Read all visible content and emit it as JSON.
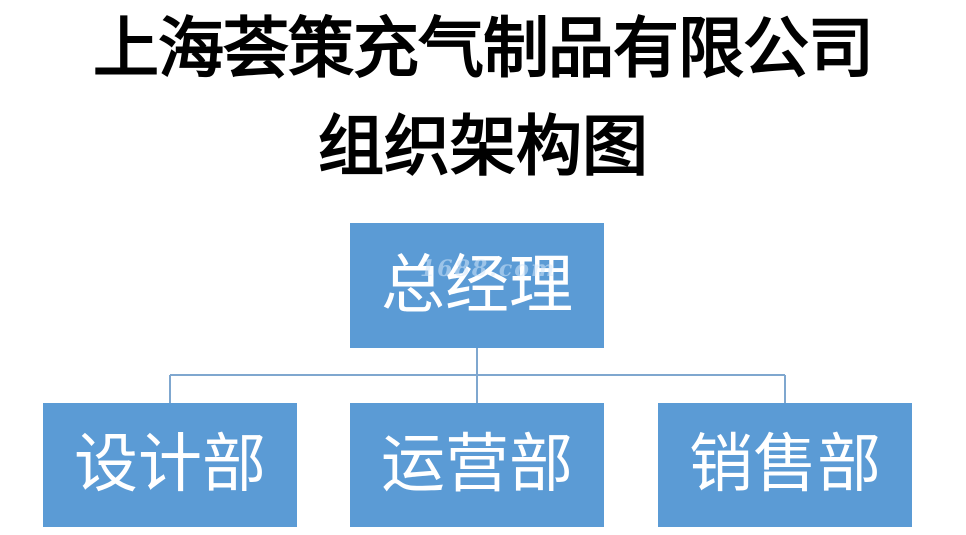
{
  "title": {
    "line1": "上海荟策充气制品有限公司",
    "line2": "组织架构图"
  },
  "org": {
    "root": "总经理",
    "children": [
      "设计部",
      "运营部",
      "销售部"
    ]
  },
  "watermark": "1688.com",
  "colors": {
    "node_fill": "#5b9bd5",
    "connector": "#7fa7cf",
    "title_text": "#000000",
    "node_text": "#ffffff"
  }
}
